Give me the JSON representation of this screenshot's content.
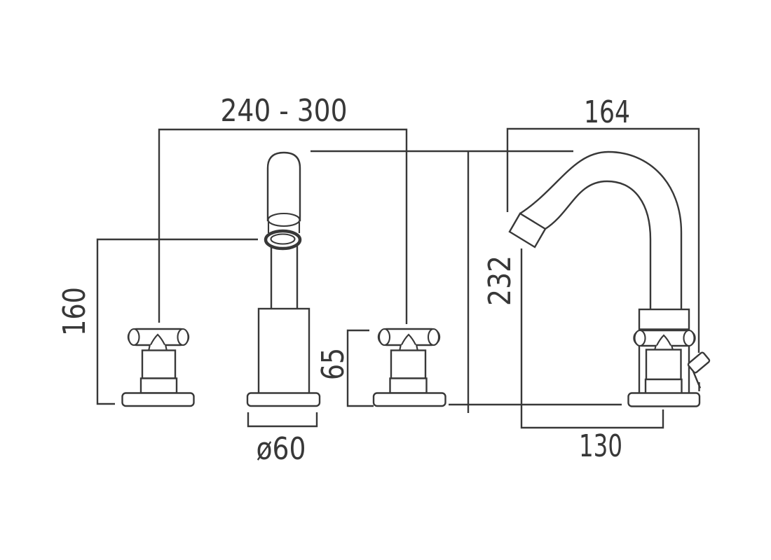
{
  "drawing": {
    "description": "Technical dimension drawing of a 3-hole deck-mounted basin mixer: two cross handles, straight spout (front view), gooseneck spout (side view)",
    "background_color": "#ffffff",
    "line_color": "#383838",
    "labels": {
      "centres_range": "240 - 300",
      "spout_reach": "164",
      "aerator_height": "160",
      "spout_height": "232",
      "handle_height": "65",
      "base_diameter": "ø60",
      "spout_projection": "130"
    }
  }
}
